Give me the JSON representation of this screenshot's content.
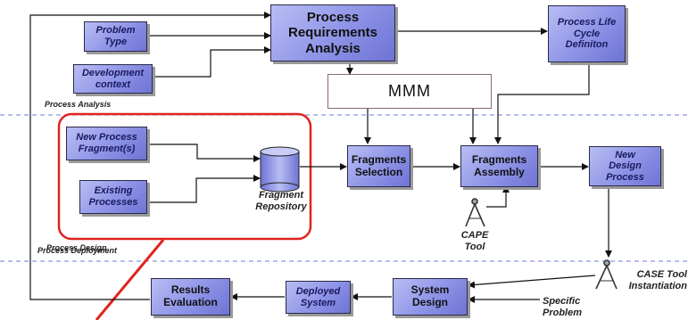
{
  "sections": {
    "analysis": "Process Analysis",
    "design": "Process Design",
    "deployment": "Process Deployment"
  },
  "boxes": {
    "process_requirements_analysis": [
      "Process",
      "Requirements",
      "Analysis"
    ],
    "problem_type": [
      "Problem",
      "Type"
    ],
    "development_context": [
      "Development",
      "context"
    ],
    "process_life_cycle_definition": [
      "Process Life",
      "Cycle",
      "Definiton"
    ],
    "mmm": "MMM",
    "new_process_fragments": [
      "New Process",
      "Fragment(s)"
    ],
    "existing_processes": [
      "Existing",
      "Processes"
    ],
    "fragments_selection": [
      "Fragments",
      "Selection"
    ],
    "fragments_assembly": [
      "Fragments",
      "Assembly"
    ],
    "new_design_process": [
      "New",
      "Design",
      "Process"
    ],
    "results_evaluation": [
      "Results",
      "Evaluation"
    ],
    "deployed_system": [
      "Deployed",
      "System"
    ],
    "system_design": [
      "System",
      "Design"
    ]
  },
  "labels": {
    "fragment_repository": [
      "Fragment",
      "Repository"
    ],
    "cape_tool": [
      "CAPE",
      "Tool"
    ],
    "case_tool_instantiation": [
      "CASE Tool",
      "Instantiation"
    ],
    "specific_problem": [
      "Specific",
      "Problem"
    ]
  },
  "colors": {
    "box_fill": "#8d93e6",
    "highlight": "#e0231c",
    "separator": "#6f7fd6"
  },
  "icons": {
    "database": "cylinder",
    "cape_tool": "compass-icon",
    "case_tool": "compass-icon"
  }
}
